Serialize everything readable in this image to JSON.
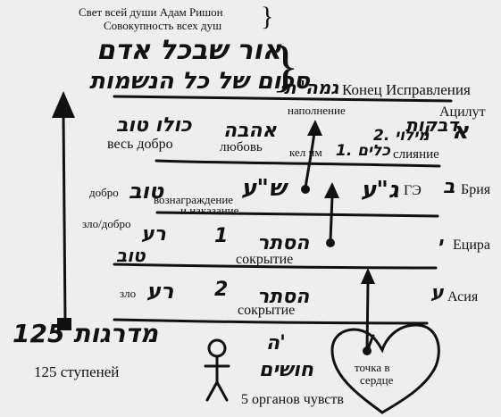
{
  "header": {
    "line1": "Свет всей души Адам Ришон",
    "line2": "Совокупность всех душ",
    "brace": "}",
    "hebrew1": "אור שבכל אדם",
    "hebrew2": "סכום של כל הנשמות",
    "big_brace": "}"
  },
  "top": {
    "gmar_hebrew": "גמה\"ת",
    "gmar_label": "Конец Исправления",
    "napolnenie": "наполнение",
    "atzilut_label": "Ацилут",
    "atzilut_letter": "א",
    "kulo_tov_hebrew": "כולו טוב",
    "ves_dobro": "весь добро",
    "ahava_hebrew": "אהבה",
    "lyubov": "любовь",
    "dveikut_hebrew": "דבקות",
    "sliyanie": "слияние",
    "milui_hebrew": "2. מילוי",
    "kelim_hebrew": "1. כלים",
    "kelim_label": "кел им"
  },
  "beria": {
    "tov_hebrew": "טוב",
    "dobro": "добро",
    "sahar_hebrew": "ש\"ע",
    "voznagrazhdenie": "вознаграждение",
    "nakazanie": "и наказание",
    "ge_hebrew": "ג\"ע",
    "ge_label": "ГЭ",
    "letter": "ב",
    "label": "Брия"
  },
  "yetzira": {
    "ra_hebrew": "רע",
    "tov_hebrew": "טוב",
    "zlo_dobro": "зло/добро",
    "hester_hebrew": "הסתר",
    "hester_num": "1",
    "skrytie": "сокрытие",
    "letter": "י",
    "label": "Ецира"
  },
  "asiya": {
    "ra_hebrew": "רע",
    "zlo": "зло",
    "hester_hebrew": "הסתר",
    "hester_num": "2",
    "skrytie": "сокрытие",
    "letter": "ע",
    "label": "Асия"
  },
  "bottom": {
    "madregot_hebrew": "125 מדרגות",
    "stupenei": "125 ступеней",
    "he_hebrew": "ה'",
    "hushim_hebrew": "חושים",
    "organy": "5 органов чувств",
    "tochka_line1": "точка в",
    "tochka_line2": "сердце"
  }
}
